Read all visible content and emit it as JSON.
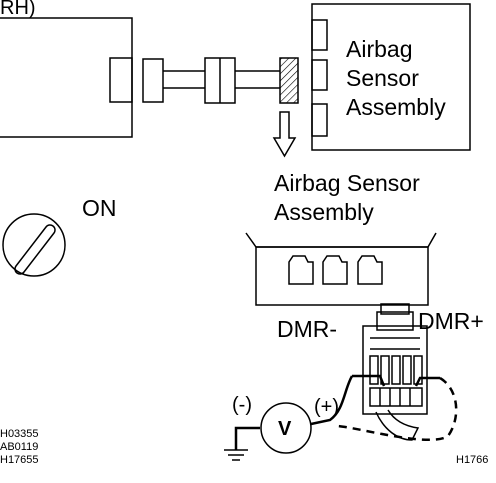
{
  "labels": {
    "top_left_fragment": "RH)",
    "sensor_box": [
      "Airbag",
      "Sensor",
      "Assembly"
    ],
    "sensor_caption": [
      "Airbag Sensor",
      "Assembly"
    ],
    "ignition": "ON",
    "terminal_minus": "DMR-",
    "terminal_plus": "DMR+",
    "probe_minus": "(-)",
    "probe_plus": "(+)",
    "voltmeter": "V",
    "figure_codes": [
      "H03355",
      "AB0119",
      "H17655"
    ],
    "figure_code_right": "H1766"
  }
}
